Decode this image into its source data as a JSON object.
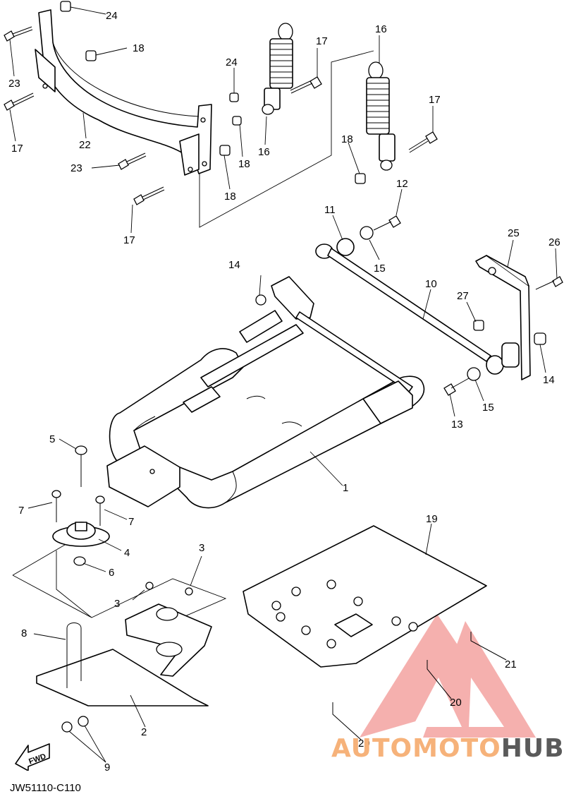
{
  "diagram": {
    "callouts": [
      "24",
      "18",
      "23",
      "17",
      "22",
      "24",
      "17",
      "16",
      "16",
      "17",
      "18",
      "23",
      "18",
      "17",
      "18",
      "12",
      "11",
      "15",
      "10",
      "25",
      "26",
      "14",
      "27",
      "14",
      "15",
      "13",
      "1",
      "5",
      "7",
      "7",
      "4",
      "6",
      "3",
      "3",
      "8",
      "2",
      "9",
      "19",
      "21",
      "20",
      "20"
    ],
    "drawing_code": "JW51110-C110",
    "direction_label": "FWD"
  },
  "watermark": {
    "part_a": "AUTOMOTO",
    "part_b": "HUB",
    "colors": {
      "triangle": "#f4a3a0",
      "text_light": "#f6b27a",
      "text_dark": "#5a5a5a"
    }
  }
}
